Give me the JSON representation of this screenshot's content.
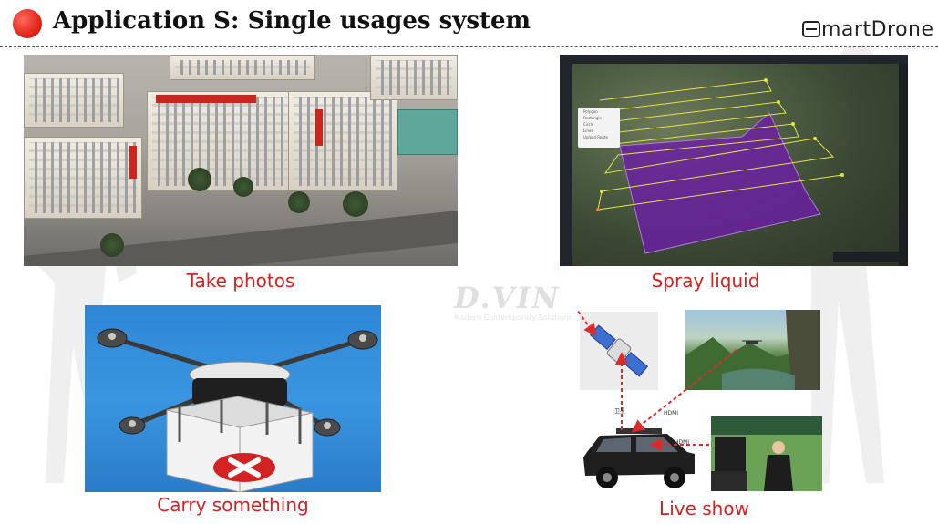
{
  "header": {
    "title": "Application S: Single usages system",
    "brand_initial": "S",
    "brand_rest": "martDrone"
  },
  "watermark": {
    "logo": "D.VIN",
    "subtitle": "Modern Contemporary Solutions"
  },
  "panels": {
    "photos": {
      "caption": "Take photos"
    },
    "spray": {
      "caption": "Spray liquid",
      "menu_items": [
        "Polygon",
        "Rectangle",
        "Circle",
        "Lines",
        "Upload Route"
      ]
    },
    "carry": {
      "caption": "Carry something"
    },
    "live": {
      "caption": "Live show",
      "label_uplink": "卫星",
      "label_hdmi_top": "HDMI",
      "label_hdmi_bottom": "HDMI"
    }
  },
  "colors": {
    "title_dot": "#e3261a",
    "caption": "#d61f1f",
    "spray_area": "#6b1fa3",
    "flight_path": "#e6e14a",
    "arrow": "#e02a2a"
  },
  "icons": {
    "title": "red-circle-icon",
    "brand": "smartdrone-logo-icon",
    "satellite": "satellite-icon",
    "vehicle": "suv-icon",
    "drone": "drone-icon"
  }
}
